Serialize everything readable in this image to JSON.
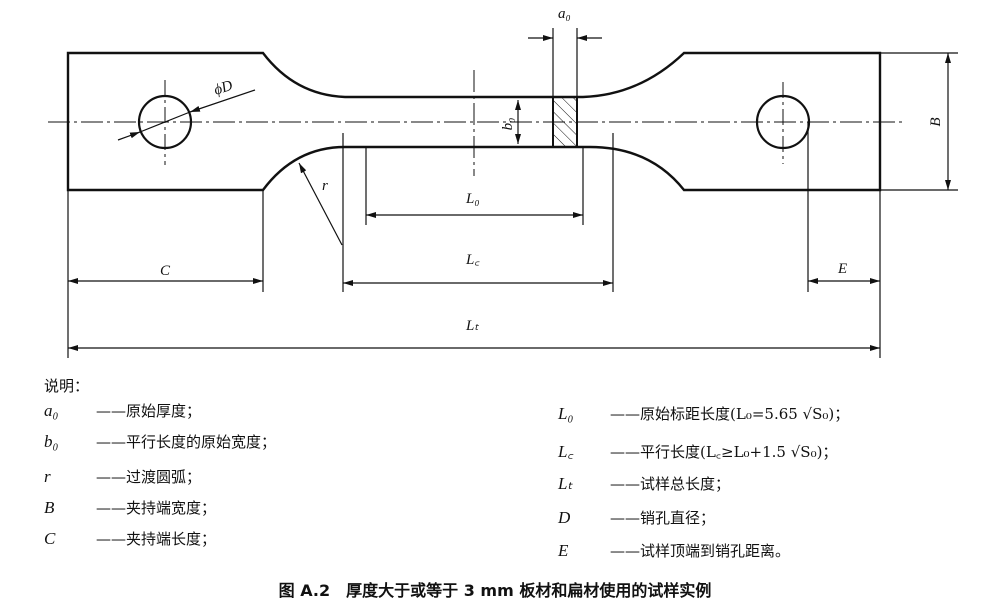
{
  "drawing": {
    "labels": {
      "a0": "a₀",
      "b0": "b₀",
      "phiD": "ϕD",
      "r": "r",
      "L0": "L₀",
      "Lc": "L꜀",
      "Lt": "Lₜ",
      "C": "C",
      "E": "E",
      "B": "B"
    }
  },
  "legend": {
    "heading": "说明：",
    "left": [
      {
        "sym": "a₀",
        "text": "——原始厚度；"
      },
      {
        "sym": "b₀",
        "text": "——平行长度的原始宽度；"
      },
      {
        "sym": "r",
        "text": "——过渡圆弧；"
      },
      {
        "sym": "B",
        "text": "——夹持端宽度；"
      },
      {
        "sym": "C",
        "text": "——夹持端长度；"
      }
    ],
    "right": [
      {
        "sym": "L₀",
        "text": "——原始标距长度(L₀=5.65 √S₀)；"
      },
      {
        "sym": "L꜀",
        "text": "——平行长度(L꜀≥L₀+1.5 √S₀)；"
      },
      {
        "sym": "Lₜ",
        "text": "——试样总长度；"
      },
      {
        "sym": "D",
        "text": "——销孔直径；"
      },
      {
        "sym": "E",
        "text": "——试样顶端到销孔距离。"
      }
    ]
  },
  "caption": "图 A.2　厚度大于或等于 3 mm 板材和扁材使用的试样实例"
}
